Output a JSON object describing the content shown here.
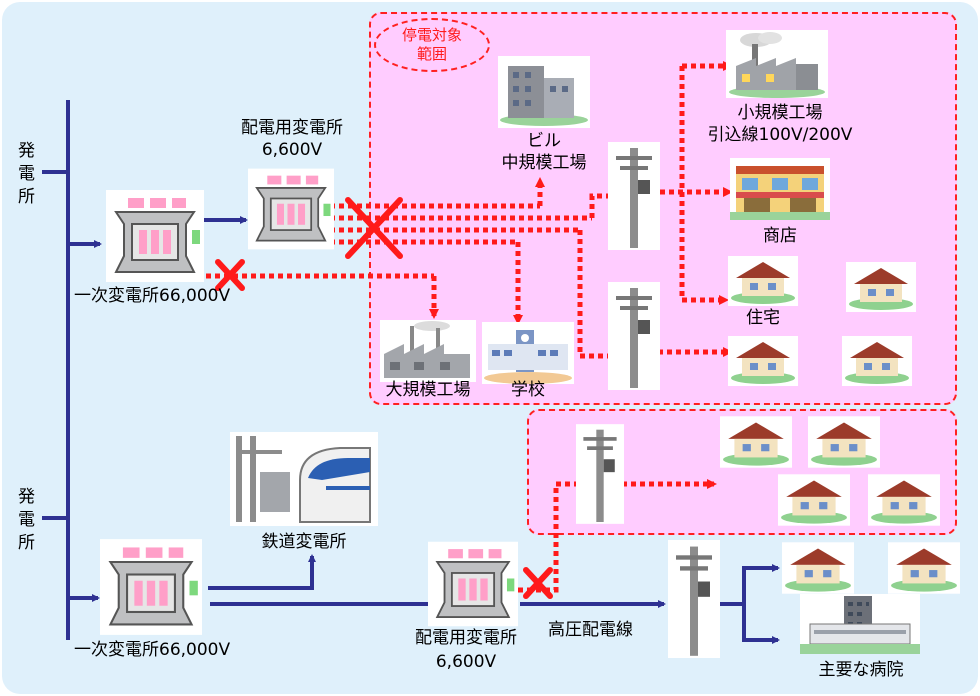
{
  "labels": {
    "plant_top": "発\n電\n所",
    "plant_bottom": "発\n電\n所",
    "primary_top": "一次変電所66,000V",
    "primary_bottom": "一次変電所66,000V",
    "dist_top_name": "配電用変電所",
    "dist_top_volt": "6,600V",
    "dist_bottom_name": "配電用変電所",
    "dist_bottom_volt": "6,600V",
    "outage_area": "停電対象\n範囲",
    "building": "ビル\n中規模工場",
    "small_factory": "小規模工場\n引込線100V/200V",
    "shop": "商店",
    "house": "住宅",
    "large_factory": "大規模工場",
    "school": "学校",
    "railway": "鉄道変電所",
    "hv_line": "高圧配電線",
    "hospital": "主要な病院"
  },
  "colors": {
    "feeder": "#2e3192",
    "outage": "#ff1a1a",
    "zone_fill": "#ffccff",
    "background": "#dff0fb"
  },
  "icons": [
    "transformer-icon",
    "utility-pole-icon",
    "house-icon",
    "building-icon",
    "factory-icon",
    "shop-icon",
    "school-icon",
    "train-icon",
    "hospital-icon",
    "break-x-icon"
  ]
}
